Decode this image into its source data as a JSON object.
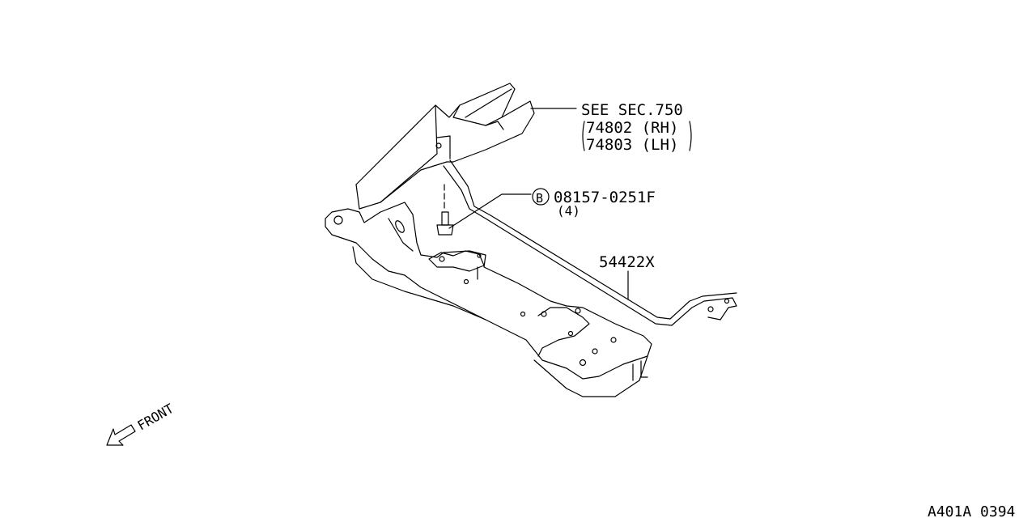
{
  "callouts": {
    "fender_panel": {
      "ref": "SEE SEC.750",
      "rh": "74802 (RH)",
      "lh": "74803 (LH)"
    },
    "bolt": {
      "badge": "B",
      "part": "08157-0251F",
      "qty": "(4)"
    },
    "stabilizer": {
      "part": "54422X"
    }
  },
  "direction": {
    "label": "FRONT"
  },
  "diagram_code": "A401A 0394"
}
